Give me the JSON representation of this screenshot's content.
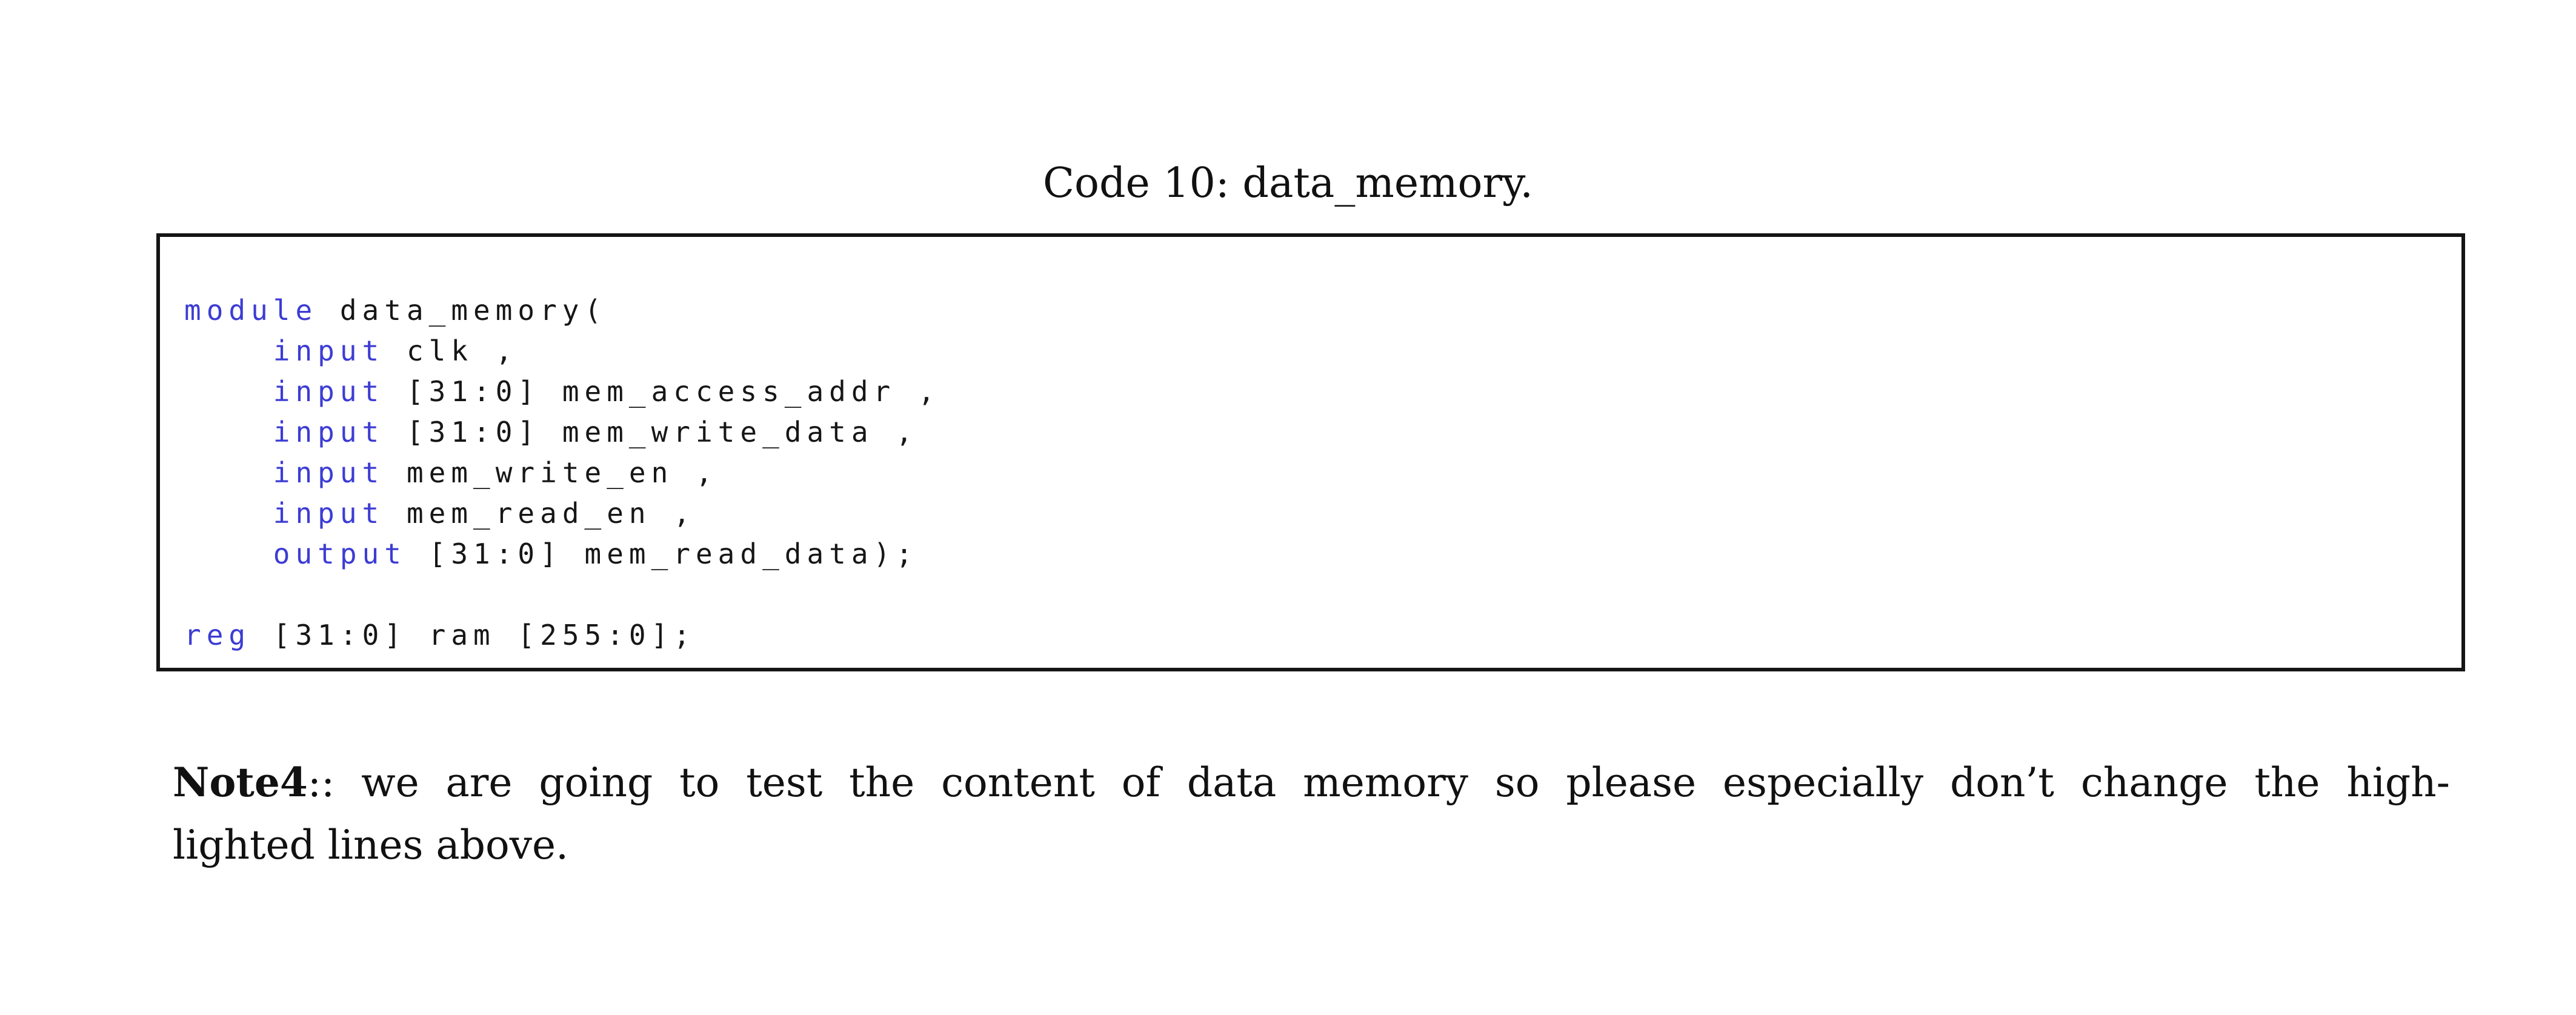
{
  "page": {
    "background_color": "#ffffff",
    "text_color": "#111111"
  },
  "caption": {
    "text": "Code 10: data_memory."
  },
  "code_block": {
    "language": "verilog",
    "border_color": "#151515",
    "keyword_color": "#3c3cd4",
    "plain_color": "#161616",
    "lines": [
      {
        "segments": [
          {
            "type": "keyword",
            "text": "module"
          },
          {
            "type": "plain",
            "text": " data_memory("
          }
        ]
      },
      {
        "segments": [
          {
            "type": "plain",
            "text": "    "
          },
          {
            "type": "keyword",
            "text": "input"
          },
          {
            "type": "plain",
            "text": " clk ,"
          }
        ]
      },
      {
        "segments": [
          {
            "type": "plain",
            "text": "    "
          },
          {
            "type": "keyword",
            "text": "input"
          },
          {
            "type": "plain",
            "text": " [31:0] mem_access_addr ,"
          }
        ]
      },
      {
        "segments": [
          {
            "type": "plain",
            "text": "    "
          },
          {
            "type": "keyword",
            "text": "input"
          },
          {
            "type": "plain",
            "text": " [31:0] mem_write_data ,"
          }
        ]
      },
      {
        "segments": [
          {
            "type": "plain",
            "text": "    "
          },
          {
            "type": "keyword",
            "text": "input"
          },
          {
            "type": "plain",
            "text": " mem_write_en ,"
          }
        ]
      },
      {
        "segments": [
          {
            "type": "plain",
            "text": "    "
          },
          {
            "type": "keyword",
            "text": "input"
          },
          {
            "type": "plain",
            "text": " mem_read_en ,"
          }
        ]
      },
      {
        "segments": [
          {
            "type": "plain",
            "text": "    "
          },
          {
            "type": "keyword",
            "text": "output"
          },
          {
            "type": "plain",
            "text": " [31:0] mem_read_data);"
          }
        ]
      },
      {
        "segments": []
      },
      {
        "segments": [
          {
            "type": "keyword",
            "text": "reg"
          },
          {
            "type": "plain",
            "text": " [31:0] ram [255:0];"
          }
        ]
      }
    ]
  },
  "note": {
    "bold": "Note4",
    "line1_rest": ":: we are going to test the content of data memory so please especially don’t change the high-",
    "line2": "lighted lines above."
  }
}
